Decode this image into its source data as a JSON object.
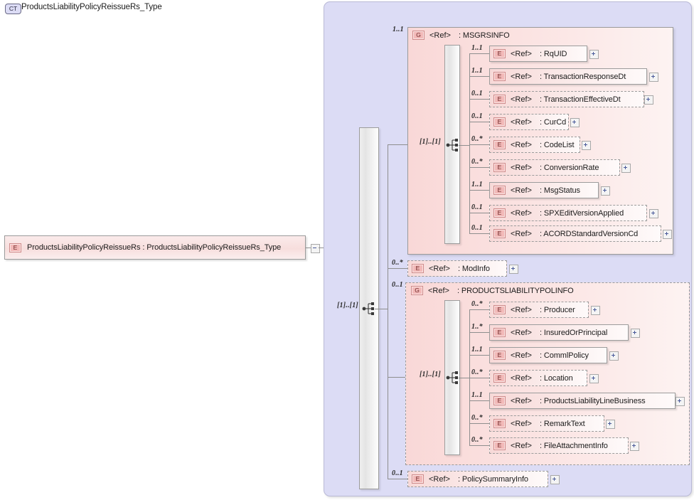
{
  "diagram": {
    "kind": "xsd-schema-diagram",
    "root_element": {
      "icon": "element-icon",
      "icon_label": "E",
      "name": "ProductsLiabilityPolicyReissueRs",
      "separator": ":",
      "type": "ProductsLiabilityPolicyReissueRs_Type",
      "full_label": "ProductsLiabilityPolicyReissueRs : ProductsLiabilityPolicyReissueRs_Type",
      "collapse_toggle": "minus-icon"
    },
    "complex_type": {
      "icon": "complextype-icon",
      "icon_label": "CT",
      "title": "ProductsLiabilityPolicyReissueRs_Type",
      "compositor": "sequence",
      "compositor_occurs": "[1]..[1]"
    },
    "ref_label": "<Ref>",
    "expand_icon": "plus-icon",
    "groups": [
      {
        "icon_label": "G",
        "ref": "<Ref>",
        "name": ": MSGRSINFO",
        "occurs": "1..1",
        "required": true,
        "compositor_occurs": "[1]..[1]",
        "children": [
          {
            "icon_label": "E",
            "ref": "<Ref>",
            "name": ": RqUID",
            "occurs": "1..1",
            "required": true
          },
          {
            "icon_label": "E",
            "ref": "<Ref>",
            "name": ": TransactionResponseDt",
            "occurs": "1..1",
            "required": true
          },
          {
            "icon_label": "E",
            "ref": "<Ref>",
            "name": ": TransactionEffectiveDt",
            "occurs": "0..1",
            "required": false
          },
          {
            "icon_label": "E",
            "ref": "<Ref>",
            "name": ": CurCd",
            "occurs": "0..1",
            "required": false
          },
          {
            "icon_label": "E",
            "ref": "<Ref>",
            "name": ": CodeList",
            "occurs": "0..*",
            "required": false
          },
          {
            "icon_label": "E",
            "ref": "<Ref>",
            "name": ": ConversionRate",
            "occurs": "0..*",
            "required": false
          },
          {
            "icon_label": "E",
            "ref": "<Ref>",
            "name": ": MsgStatus",
            "occurs": "1..1",
            "required": true
          },
          {
            "icon_label": "E",
            "ref": "<Ref>",
            "name": ": SPXEditVersionApplied",
            "occurs": "0..1",
            "required": false
          },
          {
            "icon_label": "E",
            "ref": "<Ref>",
            "name": ": ACORDStandardVersionCd",
            "occurs": "0..1",
            "required": false
          }
        ]
      },
      {
        "icon_label": "G",
        "ref": "<Ref>",
        "name": ": PRODUCTSLIABILITYPOLINFO",
        "occurs": "0..1",
        "required": false,
        "compositor_occurs": "[1]..[1]",
        "children": [
          {
            "icon_label": "E",
            "ref": "<Ref>",
            "name": ": Producer",
            "occurs": "0..*",
            "required": false
          },
          {
            "icon_label": "E",
            "ref": "<Ref>",
            "name": ": InsuredOrPrincipal",
            "occurs": "1..*",
            "required": true
          },
          {
            "icon_label": "E",
            "ref": "<Ref>",
            "name": ": CommlPolicy",
            "occurs": "1..1",
            "required": true
          },
          {
            "icon_label": "E",
            "ref": "<Ref>",
            "name": ": Location",
            "occurs": "0..*",
            "required": false
          },
          {
            "icon_label": "E",
            "ref": "<Ref>",
            "name": ": ProductsLiabilityLineBusiness",
            "occurs": "1..1",
            "required": true
          },
          {
            "icon_label": "E",
            "ref": "<Ref>",
            "name": ": RemarkText",
            "occurs": "0..*",
            "required": false
          },
          {
            "icon_label": "E",
            "ref": "<Ref>",
            "name": ": FileAttachmentInfo",
            "occurs": "0..*",
            "required": false
          }
        ]
      }
    ],
    "top_level_elements": [
      {
        "icon_label": "E",
        "ref": "<Ref>",
        "name": ": ModInfo",
        "occurs": "0..*",
        "required": false
      },
      {
        "icon_label": "E",
        "ref": "<Ref>",
        "name": ": PolicySummaryInfo",
        "occurs": "0..1",
        "required": false
      }
    ]
  },
  "colors": {
    "element_fill": "#f7d9d8",
    "group_fill": "#f9d8d7",
    "complextype_fill": "#dcdcf5",
    "border": "#9a9a9a",
    "plus_glyph": "#4a5a9a"
  }
}
